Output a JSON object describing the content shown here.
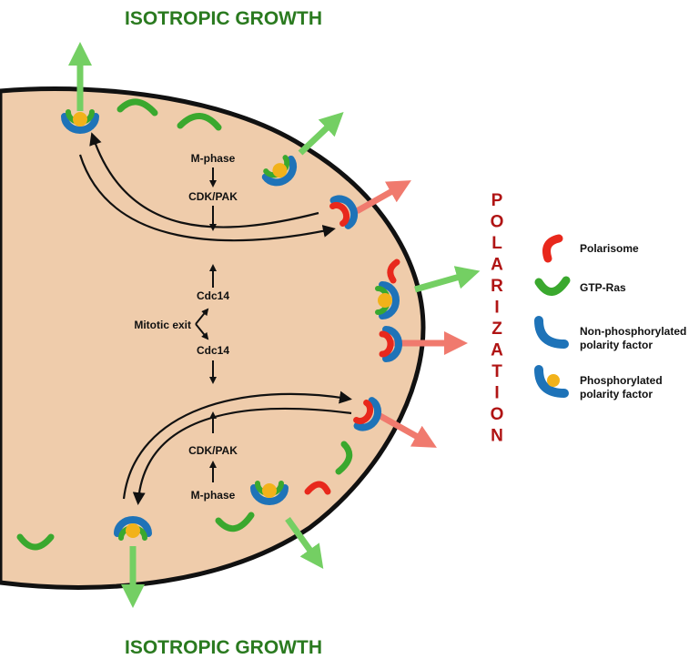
{
  "titles": {
    "top": "ISOTROPIC GROWTH",
    "bottom": "ISOTROPIC GROWTH",
    "side": "POLARIZATION"
  },
  "cell_labels": {
    "mphase_top": "M-phase",
    "cdkpak_top": "CDK/PAK",
    "cdc14_top": "Cdc14",
    "mitotic_exit": "Mitotic exit",
    "cdc14_bottom": "Cdc14",
    "cdkpak_bottom": "CDK/PAK",
    "mphase_bottom": "M-phase"
  },
  "legend": {
    "polarisome": "Polarisome",
    "gtp_ras": "GTP-Ras",
    "nonphos_line1": "Non-phosphorylated",
    "nonphos_line2": "polarity factor",
    "phos_line1": "Phosphorylated",
    "phos_line2": "polarity factor"
  },
  "colors": {
    "cell_fill": "#efccab",
    "polarisome": "#e8281c",
    "gtp_ras": "#3aa82e",
    "polarity_factor": "#1e73b8",
    "phospho_dot": "#f2b21a",
    "green_arrow": "#74cf63",
    "red_arrow": "#f07a6e",
    "title_green": "#2a7a1f",
    "title_red": "#b01414"
  }
}
